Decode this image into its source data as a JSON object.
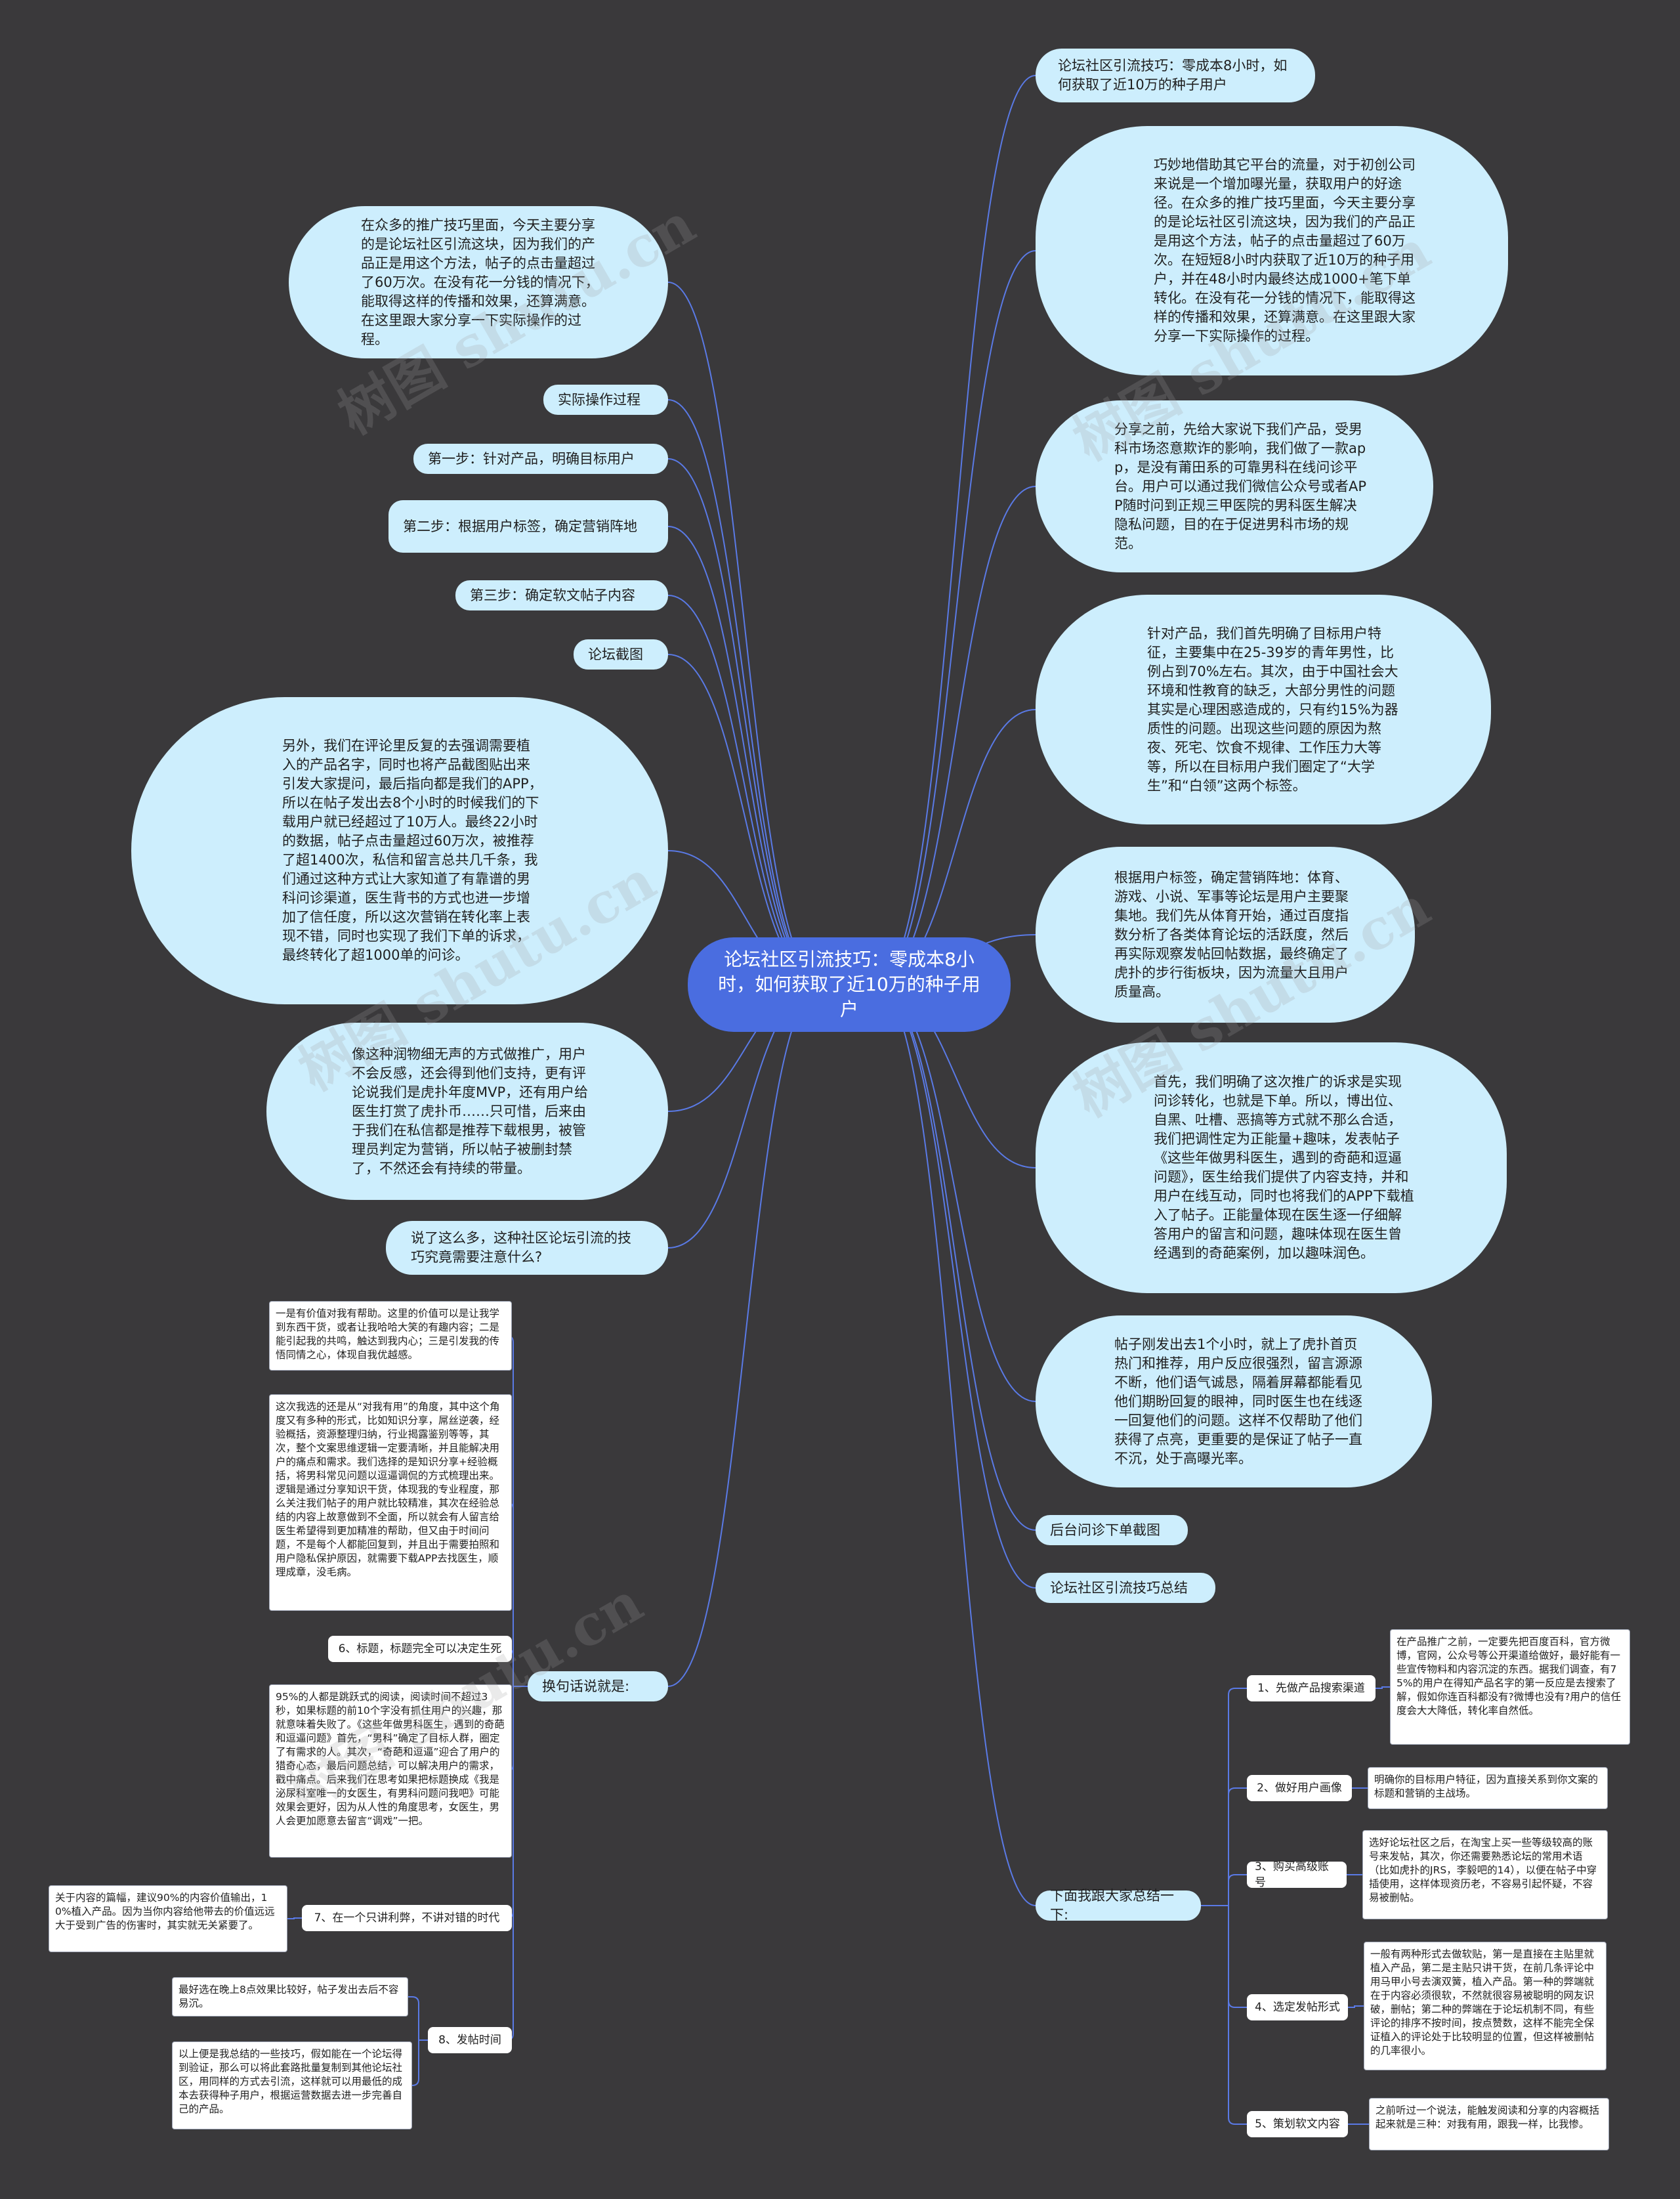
{
  "center": "论坛社区引流技巧：零成本8小时，如何获取了近10万的种子用户",
  "right": [
    "论坛社区引流技巧：零成本8小时，如何获取了近10万的种子用户",
    "巧妙地借助其它平台的流量，对于初创公司来说是一个增加曝光量，获取用户的好途径。在众多的推广技巧里面，今天主要分享的是论坛社区引流这块，因为我们的产品正是用这个方法，帖子的点击量超过了60万次。在短短8小时内获取了近10万的种子用户，并在48小时内最终达成1000+笔下单转化。在没有花一分钱的情况下，能取得这样的传播和效果，还算满意。在这里跟大家分享一下实际操作的过程。",
    "分享之前，先给大家说下我们产品，受男科市场恣意欺诈的影响，我们做了一款app，是没有莆田系的可靠男科在线问诊平台。用户可以通过我们微信公众号或者APP随时问到正规三甲医院的男科医生解决隐私问题，目的在于促进男科市场的规范。",
    "针对产品，我们首先明确了目标用户特征，主要集中在25-39岁的青年男性，比例占到70%左右。其次，由于中国社会大环境和性教育的缺乏，大部分男性的问题其实是心理困惑造成的，只有约15%为器质性的问题。出现这些问题的原因为熬夜、死宅、饮食不规律、工作压力大等等，所以在目标用户我们圈定了“大学生”和“白领”这两个标签。",
    "根据用户标签，确定营销阵地：体育、游戏、小说、军事等论坛是用户主要聚集地。我们先从体育开始，通过百度指数分析了各类体育论坛的活跃度，然后再实际观察发帖回帖数据，最终确定了虎扑的步行街板块，因为流量大且用户质量高。",
    "首先，我们明确了这次推广的诉求是实现问诊转化，也就是下单。所以，博出位、自黑、吐槽、恶搞等方式就不那么合适，我们把调性定为正能量+趣味，发表帖子《这些年做男科医生，遇到的奇葩和逗逼问题》，医生给我们提供了内容支持，并和用户在线互动，同时也将我们的APP下载植入了帖子。正能量体现在医生逐一仔细解答用户的留言和问题，趣味体现在医生曾经遇到的奇葩案例，加以趣味润色。",
    "帖子刚发出去1个小时，就上了虎扑首页热门和推荐，用户反应很强烈，留言源源不断，他们语气诚恳，隔着屏幕都能看见他们期盼回复的眼神，同时医生也在线逐一回复他们的问题。这样不仅帮助了他们获得了点亮，更重要的是保证了帖子一直不沉，处于高曝光率。",
    "后台问诊下单截图",
    "论坛社区引流技巧总结"
  ],
  "left": [
    "在众多的推广技巧里面，今天主要分享的是论坛社区引流这块，因为我们的产品正是用这个方法，帖子的点击量超过了60万次。在没有花一分钱的情况下，能取得这样的传播和效果，还算满意。在这里跟大家分享一下实际操作的过程。",
    "实际操作过程",
    "第一步：针对产品，明确目标用户",
    "第二步：根据用户标签，确定营销阵地",
    "第三步：确定软文帖子内容",
    "论坛截图",
    "另外，我们在评论里反复的去强调需要植入的产品名字，同时也将产品截图贴出来引发大家提问，最后指向都是我们的APP，所以在帖子发出去8个小时的时候我们的下载用户就已经超过了10万人。最终22小时的数据，帖子点击量超过60万次，被推荐了超1400次，私信和留言总共几千条，我们通过这种方式让大家知道了有靠谱的男科问诊渠道，医生背书的方式也进一步增加了信任度，所以这次营销在转化率上表现不错，同时也实现了我们下单的诉求，最终转化了超1000单的问诊。",
    "像这种润物细无声的方式做推广，用户不会反感，还会得到他们支持，更有评论说我们是虎扑年度MVP，还有用户给医生打赏了虎扑币……只可惜，后来由于我们在私信都是推荐下载根男，被管理员判定为营销，所以帖子被删封禁了，不然还会有持续的带量。",
    "说了这么多，这种社区论坛引流的技巧究竟需要注意什么?"
  ],
  "huanju": {
    "label": "换句话说就是:",
    "items": [
      "一是有价值对我有帮助。这里的价值可以是让我学到东西干货，或者让我哈哈大笑的有趣内容；二是能引起我的共鸣，触达到我内心；三是引发我的传悟同情之心，体现自我优越感。",
      "这次我选的还是从“对我有用”的角度，其中这个角度又有多种的形式，比如知识分享，屌丝逆袭，经验概括，资源整理归纳，行业揭露鉴别等等，其次，整个文案思维逻辑一定要清晰，并且能解决用户的痛点和需求。我们选择的是知识分享+经验概括，将男科常见问题以逗逼调侃的方式梳理出来。逻辑是通过分享知识干货，体现我的专业程度，那么关注我们帖子的用户就比较精准，其次在经验总结的内容上故意做到不全面，所以就会有人留言给医生希望得到更加精准的帮助，但又由于时间问题，不是每个人都能回复到，并且出于需要拍照和用户隐私保护原因，就需要下载APP去找医生，顺理成章，没毛病。",
      "6、标题，标题完全可以决定生死",
      "95%的人都是跳跃式的阅读，阅读时间不超过3秒，如果标题的前10个字没有抓住用户的兴趣，那就意味着失败了。《这些年做男科医生，遇到的奇葩和逗逼问题》首先，“男科”确定了目标人群，圈定了有需求的人。其次，“奇葩和逗逼”迎合了用户的猎奇心态，最后问题总结，可以解决用户的需求，戳中痛点。后来我们在思考如果把标题换成《我是泌尿科室唯一的女医生，有男科问题问我吧》可能效果会更好，因为从人性的角度思考，女医生，男人会更加愿意去留言“调戏”一把。",
      "7、在一个只讲利弊，不讲对错的时代",
      "8、发帖时间"
    ],
    "note7": "关于内容的篇幅，建议90%的内容价值输出，10%植入产品。因为当你内容给他带去的价值远远大于受到广告的伤害时，其实就无关紧要了。",
    "note8a": "最好选在晚上8点效果比较好，帖子发出去后不容易沉。",
    "note8b": "以上便是我总结的一些技巧，假如能在一个论坛得到验证，那么可以将此套路批量复制到其他论坛社区，用同样的方式去引流，这样就可以用最低的成本去获得种子用户，根据运营数据去进一步完善自己的产品。"
  },
  "summary": {
    "label": "下面我跟大家总结一下:",
    "items": [
      {
        "label": "1、先做产品搜索渠道",
        "text": "在产品推广之前，一定要先把百度百科，官方微博，官网，公众号等公开渠道给做好，最好能有一些宣传物料和内容沉淀的东西。据我们调查，有75%的用户在得知产品名字的第一反应是去搜索了解，假如你连百科都没有?微博也没有?用户的信任度会大大降低，转化率自然低。"
      },
      {
        "label": "2、做好用户画像",
        "text": "明确你的目标用户特征，因为直接关系到你文案的标题和营销的主战场。"
      },
      {
        "label": "3、购买高级账号",
        "text": "选好论坛社区之后，在淘宝上买一些等级较高的账号来发帖，其次，你还需要熟悉论坛的常用术语（比如虎扑的JRS，李毅吧的14），以便在帖子中穿插使用，这样体现资历老，不容易引起怀疑，不容易被删帖。"
      },
      {
        "label": "4、选定发帖形式",
        "text": "一般有两种形式去做软贴，第一是直接在主贴里就植入产品，第二是主贴只讲干货，在前几条评论中用马甲小号去演双簧，植入产品。第一种的弊端就在于内容必须很软，不然就很容易被聪明的网友识破，删帖；第二种的弊端在于论坛机制不同，有些评论的排序不按时间，按点赞数，这样不能完全保证植入的评论处于比较明显的位置，但这样被删帖的几率很小。"
      },
      {
        "label": "5、策划软文内容",
        "text": "之前听过一个说法，能触发阅读和分享的内容概括起来就是三种：对我有用，跟我一样，比我惨。"
      }
    ]
  },
  "watermark": "树图 shutu.cn",
  "colors": {
    "background": "#3a393b",
    "bubble": "#cdeefd",
    "center": "#4a6de0",
    "link": "#5a7ae6"
  }
}
